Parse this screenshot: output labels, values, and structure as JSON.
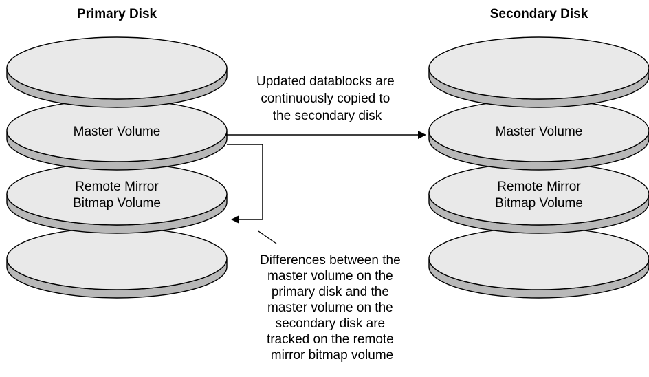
{
  "titles": {
    "primary": "Primary Disk",
    "secondary": "Secondary Disk"
  },
  "primary_disk": {
    "platters": [
      {
        "label_lines": []
      },
      {
        "label_lines": [
          "Master Volume"
        ]
      },
      {
        "label_lines": [
          "Remote Mirror",
          "Bitmap Volume"
        ]
      },
      {
        "label_lines": []
      }
    ]
  },
  "secondary_disk": {
    "platters": [
      {
        "label_lines": []
      },
      {
        "label_lines": [
          "Master Volume"
        ]
      },
      {
        "label_lines": [
          "Remote Mirror",
          "Bitmap Volume"
        ]
      },
      {
        "label_lines": []
      }
    ]
  },
  "notes": {
    "copy": [
      "Updated datablocks are",
      "continuously copied to",
      "the secondary disk"
    ],
    "differences": [
      "Differences between the",
      "master volume on the",
      "primary disk and the",
      "master volume on the",
      "secondary disk are",
      "tracked on the remote",
      "mirror bitmap volume"
    ]
  },
  "colors": {
    "platter_top": "#e9e9e9",
    "platter_side": "#b8b8b8",
    "stroke": "#000000"
  }
}
